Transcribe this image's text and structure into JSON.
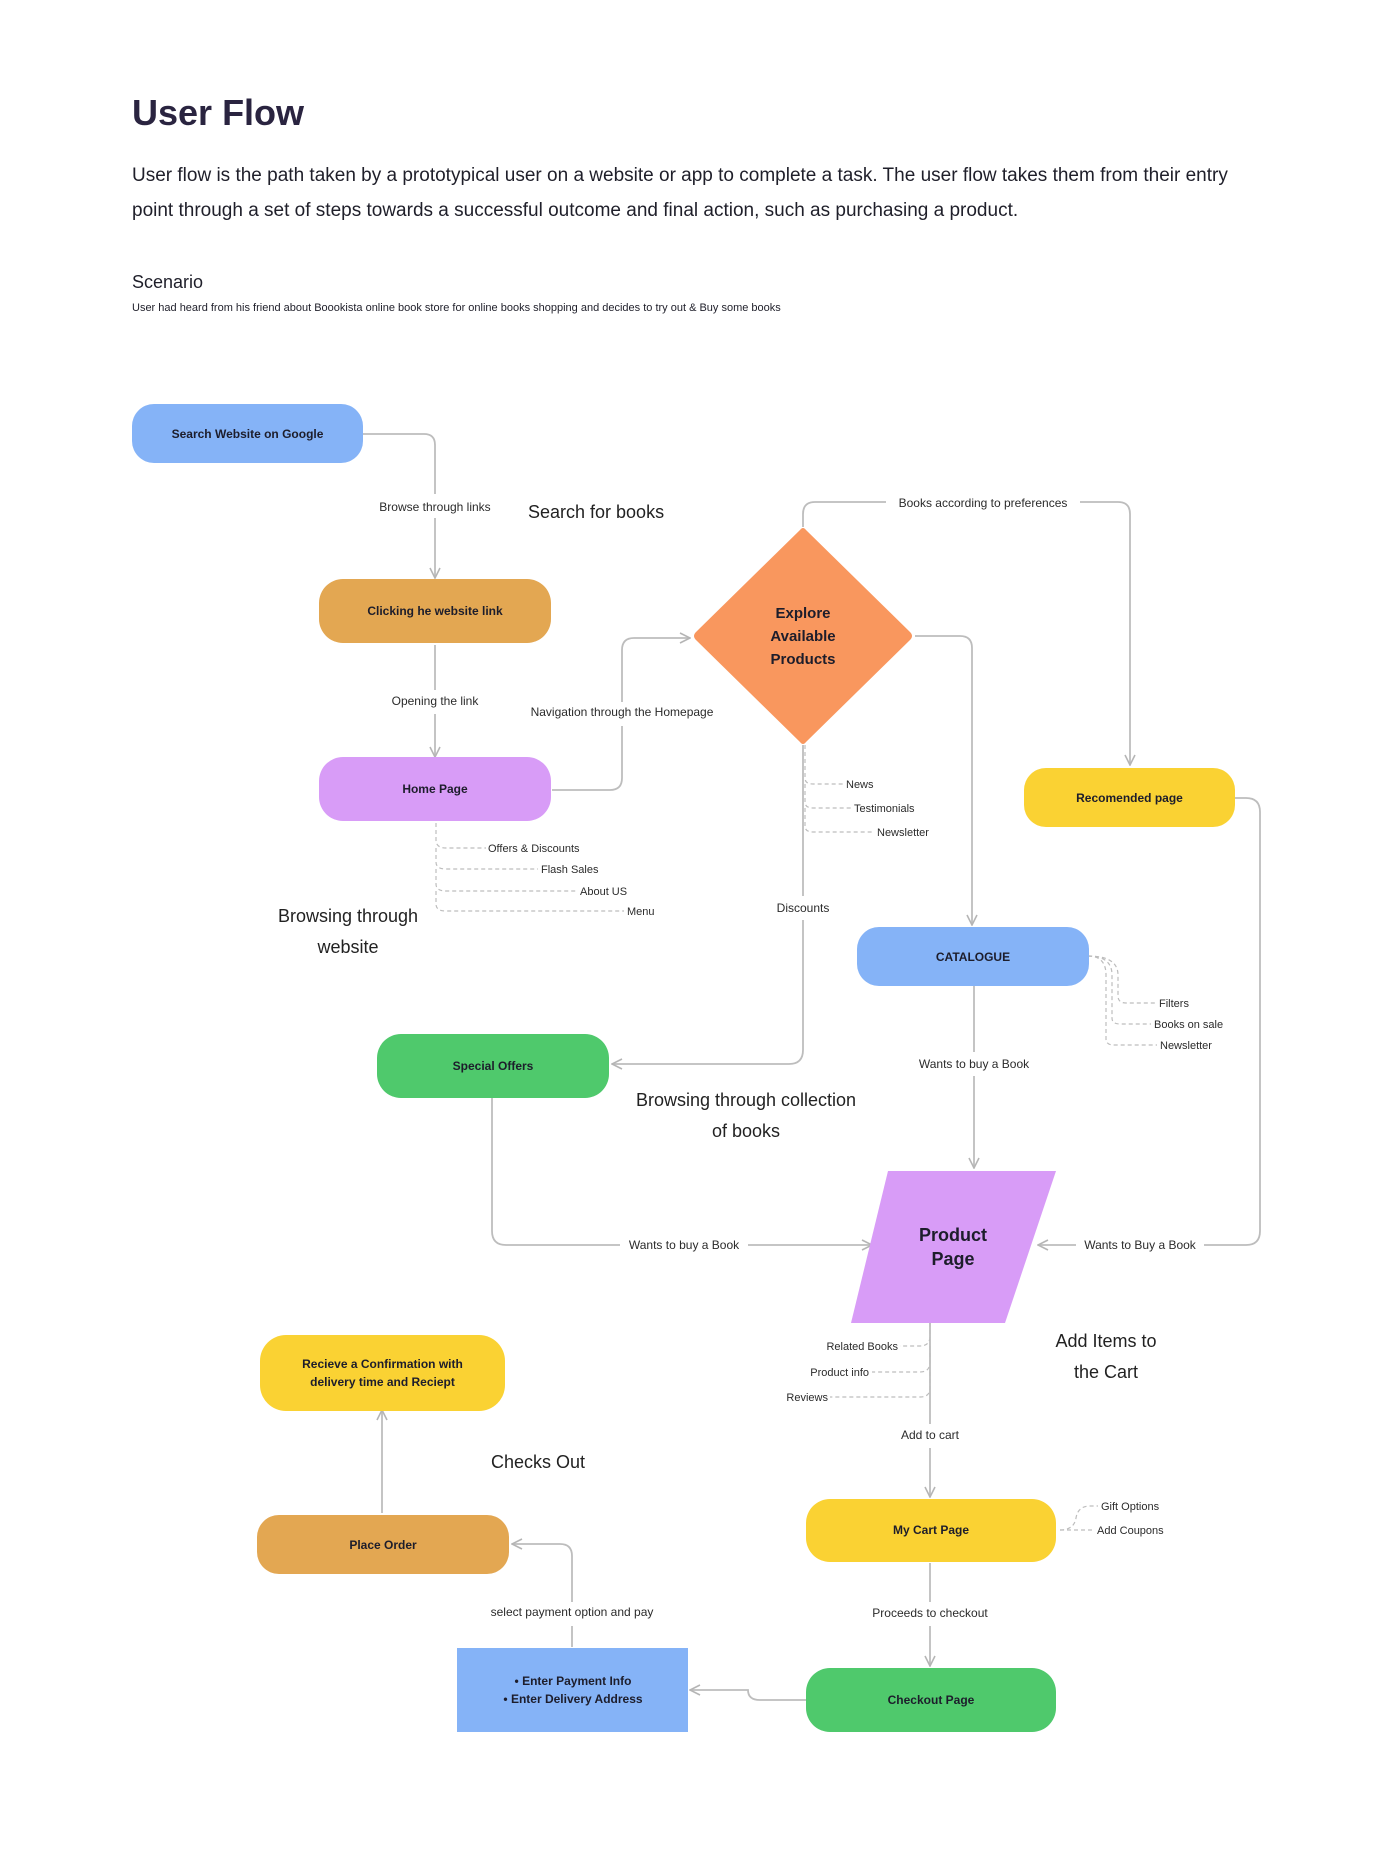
{
  "header": {
    "title_light": "User ",
    "title_bold": "Flow",
    "description": "User flow is the path taken by a prototypical user on a website or app to complete a task. The user flow takes them from their entry point through a set of steps towards a successful outcome and final action, such as purchasing a product.",
    "scenario_heading": "Scenario",
    "scenario_text": "User had heard from his friend about Boookista online book store for online books shopping and decides to try out & Buy some books"
  },
  "colors": {
    "blue": "#85b3f7",
    "orange_diamond": "#f9975e",
    "amber": "#e3a752",
    "purple": "#d89cf7",
    "yellow": "#fad233",
    "green": "#4fc96c",
    "line": "#bdbdbd"
  },
  "nodes": [
    {
      "id": "search-google",
      "label": "Search Website on Google",
      "color": "blue",
      "shape": "pill"
    },
    {
      "id": "clicking-link",
      "label": "Clicking he website link",
      "color": "amber",
      "shape": "pill"
    },
    {
      "id": "home-page",
      "label": "Home Page",
      "color": "purple",
      "shape": "pill"
    },
    {
      "id": "explore-products",
      "label": "Explore Available Products",
      "color": "orange_diamond",
      "shape": "diamond"
    },
    {
      "id": "recommended-page",
      "label": "Recomended page",
      "color": "yellow",
      "shape": "pill"
    },
    {
      "id": "catalogue",
      "label": "CATALOGUE",
      "color": "blue",
      "shape": "pill"
    },
    {
      "id": "special-offers",
      "label": "Special Offers",
      "color": "green",
      "shape": "pill"
    },
    {
      "id": "product-page",
      "label": "Product Page",
      "color": "purple",
      "shape": "parallelogram"
    },
    {
      "id": "confirmation",
      "label": "Recieve a Confirmation with delivery time and Reciept",
      "color": "yellow",
      "shape": "pill"
    },
    {
      "id": "place-order",
      "label": "Place Order",
      "color": "amber",
      "shape": "pill"
    },
    {
      "id": "my-cart",
      "label": "My Cart Page",
      "color": "yellow",
      "shape": "pill"
    },
    {
      "id": "payment-info",
      "label": "• Enter Payment Info\n• Enter Delivery Address",
      "color": "blue",
      "shape": "rect"
    },
    {
      "id": "checkout-page",
      "label": "Checkout Page",
      "color": "green",
      "shape": "pill"
    }
  ],
  "edge_labels": [
    "Browse through links",
    "Opening the link",
    "Navigation through the Homepage",
    "Books according to preferences",
    "Discounts",
    "Wants to buy a Book",
    "Wants to buy a Book",
    "Wants to Buy a Book",
    "Add to cart",
    "Proceeds to checkout",
    "select payment option and pay"
  ],
  "sub_items": {
    "home_page": [
      "Offers & Discounts",
      "Flash Sales",
      "About US",
      "Menu"
    ],
    "explore": [
      "News",
      "Testimonials",
      "Newsletter"
    ],
    "catalogue": [
      "Filters",
      "Books on sale",
      "Newsletter"
    ],
    "product_page": [
      "Related Books",
      "Product info",
      "Reviews"
    ],
    "my_cart": [
      "Gift Options",
      "Add Coupons"
    ]
  },
  "phase_labels": [
    "Search for books",
    "Browsing through website",
    "Browsing through collection of books",
    "Add Items to the Cart",
    "Checks Out"
  ]
}
